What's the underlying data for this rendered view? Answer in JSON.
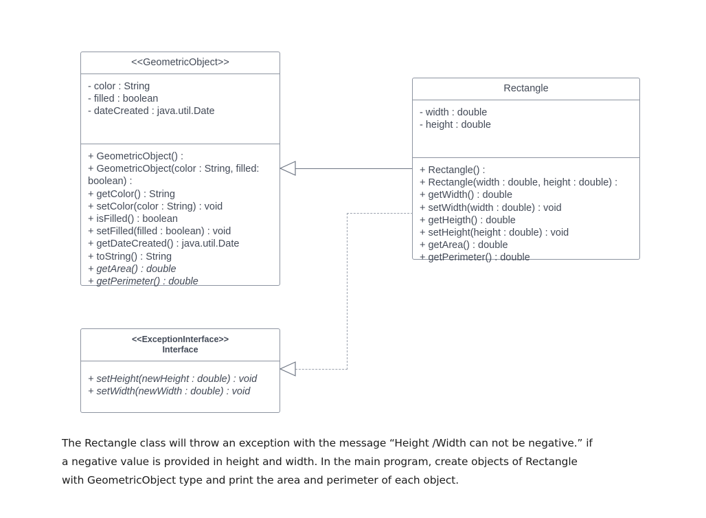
{
  "diagram": {
    "classes": [
      {
        "id": "geometric-object",
        "header": "<<GeometricObject>>",
        "attributes": [
          "- color : String",
          "- filled : boolean",
          "- dateCreated : java.util.Date"
        ],
        "methods": [
          {
            "text": "+ GeometricObject() :",
            "abstract": false
          },
          {
            "text": "+ GeometricObject(color : String, filled: boolean) :",
            "abstract": false
          },
          {
            "text": "+ getColor() : String",
            "abstract": false
          },
          {
            "text": "+ setColor(color : String) : void",
            "abstract": false
          },
          {
            "text": "+ isFilled() : boolean",
            "abstract": false
          },
          {
            "text": "+ setFilled(filled : boolean) : void",
            "abstract": false
          },
          {
            "text": "+ getDateCreated() : java.util.Date",
            "abstract": false
          },
          {
            "text": "+ toString() : String",
            "abstract": false
          },
          {
            "text": "+ getArea() : double",
            "abstract": true
          },
          {
            "text": "+ getPerimeter() : double",
            "abstract": true
          }
        ]
      },
      {
        "id": "rectangle",
        "header": "Rectangle",
        "attributes": [
          "- width : double",
          "- height : double"
        ],
        "methods": [
          {
            "text": "+ Rectangle() :",
            "abstract": false
          },
          {
            "text": "+ Rectangle(width : double, height : double) :",
            "abstract": false
          },
          {
            "text": "+ getWidth() : double",
            "abstract": false
          },
          {
            "text": "+ setWidth(width : double) : void",
            "abstract": false
          },
          {
            "text": "+ getHeigth() : double",
            "abstract": false
          },
          {
            "text": "+ setHeight(height : double) : void",
            "abstract": false
          },
          {
            "text": "+ getArea() : double",
            "abstract": false
          },
          {
            "text": "+ getPerimeter() : double",
            "abstract": false
          }
        ]
      },
      {
        "id": "exception-interface",
        "header_line1": "<<ExceptionInterface>>",
        "header_line2": "Interface",
        "methods": [
          {
            "text": "+ setHeight(newHeight : double) : void",
            "abstract": true
          },
          {
            "text": "+ setWidth(newWidth : double) : void",
            "abstract": true
          }
        ]
      }
    ],
    "relationships": [
      {
        "id": "generalization",
        "from": "rectangle",
        "to": "geometric-object",
        "style": "solid",
        "arrow": "hollow-triangle"
      },
      {
        "id": "realization",
        "from": "rectangle",
        "to": "exception-interface",
        "style": "dashed",
        "arrow": "hollow-triangle"
      }
    ]
  },
  "caption": {
    "line1": "The Rectangle class will throw an exception with the message “Height /Width can not be negative.” if",
    "line2": "a negative value is provided in height and width. In the main program, create objects of Rectangle",
    "line3": "with GeometricObject type and print the area and perimeter of each object."
  },
  "colors": {
    "box_border": "#8c93a0",
    "text": "#434a57",
    "connector": "#6d7583",
    "dashed_connector": "#9aa1ad",
    "caption_text": "#1c1c1c",
    "background": "#ffffff"
  }
}
